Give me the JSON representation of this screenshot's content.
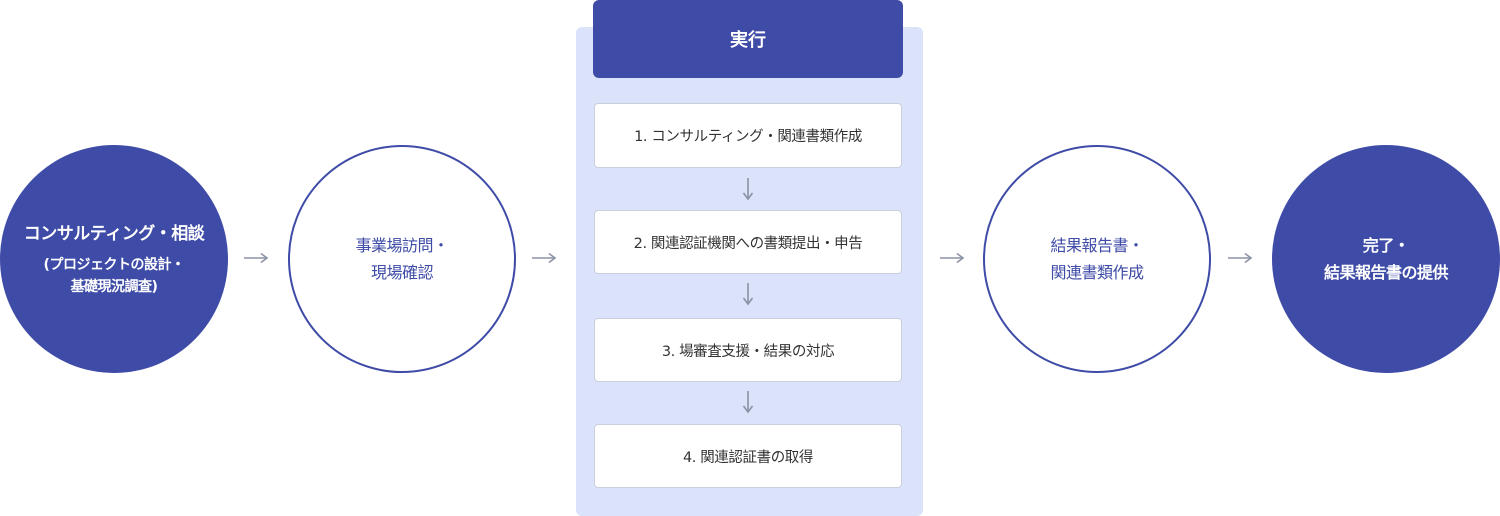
{
  "colors": {
    "primary": "#3e4ba7",
    "panel_bg": "#dbe3fb",
    "arrow": "#8c92a6"
  },
  "steps": [
    {
      "title": "コンサルティング・相談",
      "subtitle": [
        "(プロジェクトの設計・",
        "基礎現況調査)"
      ]
    },
    {
      "lines": [
        "事業場訪問・",
        "現場確認"
      ]
    },
    {
      "header": "実行",
      "items": [
        "1. コンサルティング・関連書類作成",
        "2. 関連認証機関への書類提出・申告",
        "3. 場審査支援・結果の対応",
        "4. 関連認証書の取得"
      ]
    },
    {
      "lines": [
        "結果報告書・",
        "関連書類作成"
      ]
    },
    {
      "lines": [
        "完了・",
        "結果報告書の提供"
      ]
    }
  ]
}
